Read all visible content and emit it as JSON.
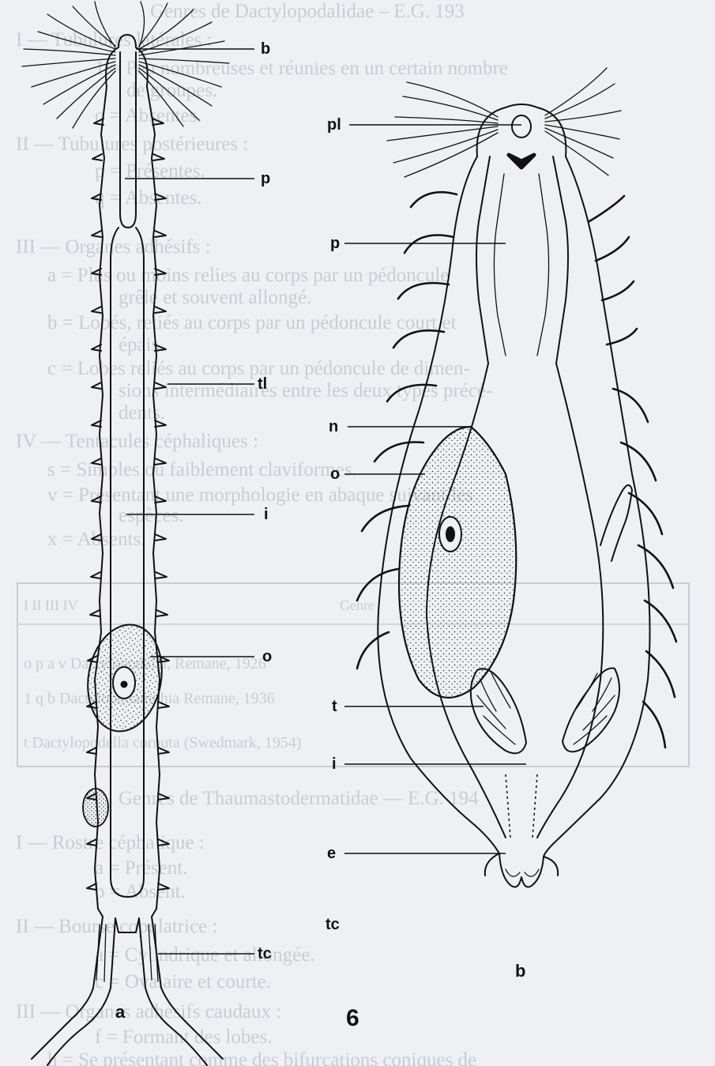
{
  "background_text": [
    "Genres de Dactylopodalidae – E.G. 193",
    "I — Tubulures latérales :",
    "1 = Peu nombreuses et réunies en un certain nombre",
    "de groupes.",
    "o = Absentes.",
    "II — Tubulures postérieures :",
    "p = Présentes.",
    "q = Absentes.",
    "III — Organes adhésifs :",
    "a = Plus ou moins relies au corps par un pédoncule",
    "grêle et souvent allongé.",
    "b = Lobés, reliés au corps par un pédoncule court et",
    "épais.",
    "c = Lobes reliés au corps par un pédoncule de dimen-",
    "sions intermédiaires entre les deux types précé-",
    "dents.",
    "IV — Tentacules céphaliques :",
    "s = Simples ou faiblement claviformes.",
    "v = Présentant une morphologie en abaque suivant les",
    "espèces.",
    "x = Absents.",
    "Genre",
    "I II III IV",
    "o p a v    Dactylopodalia, Remane, 1926",
    "1 q b      Dactylopodamphia Remane, 1936",
    "t          Dactylopodella cornuta (Swedmark, 1954)",
    "Genres de Thaumastodermatidae — E.G. 194",
    "I — Rostre céphalique :",
    "a = Présent.",
    "b = Absent.",
    "II — Bourse copulatrice :",
    "a = Cylindrique et allongée.",
    "c = Ovalaire et courte.",
    "III — Organes adhésifs caudaux :",
    "f = Formant des lobes.",
    "h = Se présentant comme des bifurcations coniques de"
  ],
  "figure_a": {
    "caption": "a",
    "labels": [
      "b",
      "p",
      "tl",
      "i",
      "o",
      "tc"
    ]
  },
  "figure_b": {
    "caption": "b",
    "labels": [
      "pl",
      "p",
      "n",
      "o",
      "t",
      "i",
      "e",
      "tc"
    ]
  },
  "plate_number": "6",
  "colors": {
    "ink": "#111111",
    "paper": "#eef0f3",
    "bleed_through": "#c9cdd3"
  }
}
